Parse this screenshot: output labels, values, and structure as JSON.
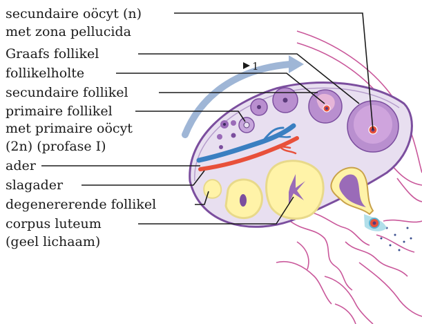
{
  "labels": {
    "secondary_oocyte_line1": "secundaire oöcyt (n)",
    "secondary_oocyte_line2": "met zona pellucida",
    "graafian_follicle": "Graafs follikel",
    "follicle_cavity": "follikelholte",
    "secondary_follicle": "secundaire follikel",
    "primary_follicle_line1": "primaire follikel",
    "primary_follicle_line2": "met primaire oöcyt",
    "primary_follicle_line3": "(2n) (profase I)",
    "vein": "ader",
    "artery": "slagader",
    "degenerating_follicle": "degenererende follikel",
    "corpus_luteum_line1": "corpus luteum",
    "corpus_luteum_line2": "(geel lichaam)",
    "cycle_marker": "1"
  },
  "colors": {
    "ovary_fill": "#e8dff0",
    "ovary_outline": "#7b4e9e",
    "follicle_fill": "#b98fcf",
    "follicle_dark": "#9a6bb8",
    "yellow_body": "#fff3a8",
    "vein": "#3a7fc1",
    "artery": "#e8503a",
    "tube_outline": "#c9579a",
    "arrow": "#9fb6d6"
  }
}
